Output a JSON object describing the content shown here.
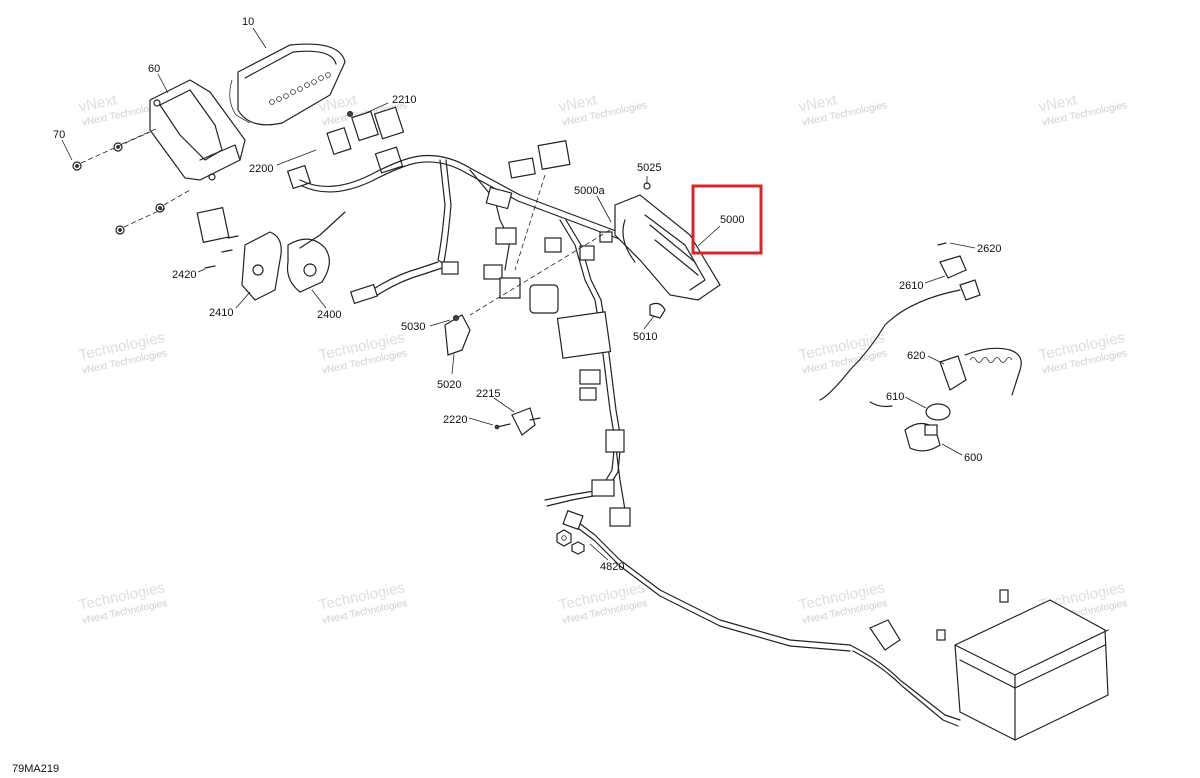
{
  "diagram": {
    "figure_code": "79MA219",
    "highlight": {
      "target": "5000",
      "color": "#d9252a"
    },
    "parts": {
      "p10": "10",
      "p60": "60",
      "p70": "70",
      "p2210": "2210",
      "p2200": "2200",
      "p2420": "2420",
      "p2410": "2410",
      "p2400": "2400",
      "p5025": "5025",
      "p5000a": "5000a",
      "p5000": "5000",
      "p5030": "5030",
      "p5020": "5020",
      "p5010": "5010",
      "p2215": "2215",
      "p2220": "2220",
      "p4820": "4820",
      "p2620": "2620",
      "p2610": "2610",
      "p620": "620",
      "p610": "610",
      "p600": "600"
    },
    "watermark": {
      "line1": "vNext Technologies",
      "line2": "Technologies",
      "line3": "vNext"
    }
  }
}
